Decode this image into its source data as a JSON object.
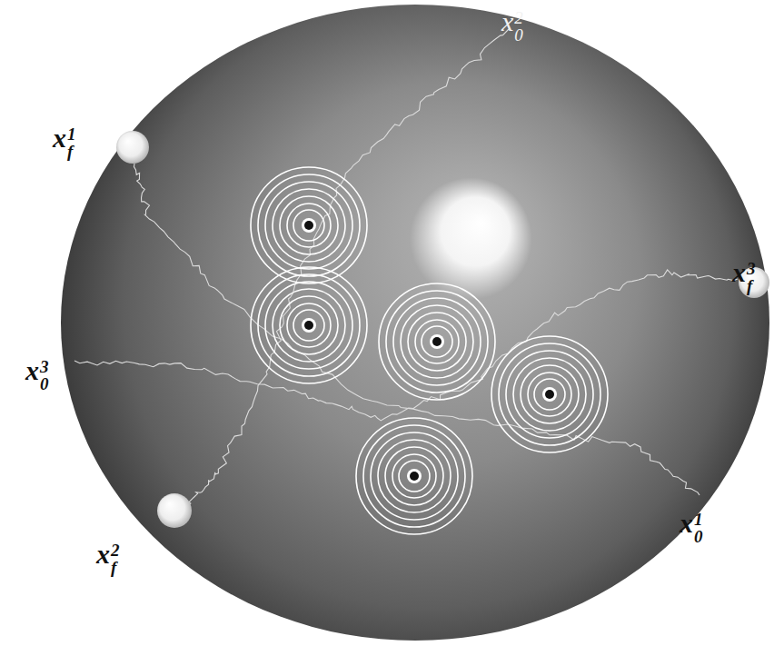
{
  "diagram": {
    "labels": [
      "x20",
      "x1f",
      "x3f",
      "x30",
      "x10",
      "x2f"
    ]
  }
}
